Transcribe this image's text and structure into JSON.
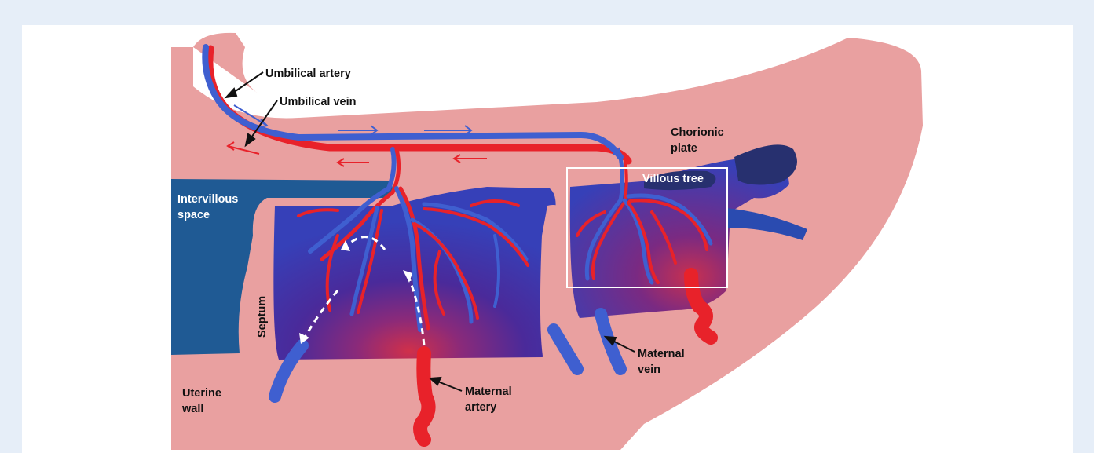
{
  "labels": {
    "umbilical_artery": "Umbilical artery",
    "umbilical_vein": "Umbilical vein",
    "chorionic_plate_line1": "Chorionic",
    "chorionic_plate_line2": "plate",
    "villous_tree": "Villous tree",
    "intervillous_line1": "Intervillous",
    "intervillous_line2": "space",
    "septum": "Septum",
    "uterine_wall_line1": "Uterine",
    "uterine_wall_line2": "wall",
    "maternal_artery_line1": "Maternal",
    "maternal_artery_line2": "artery",
    "maternal_vein_line1": "Maternal",
    "maternal_vein_line2": "vein"
  },
  "colors": {
    "page_background": "#e6eef8",
    "tissue": "#e9a0a0",
    "intervillous_space": "#1f5a94",
    "lobule_blue": "#3a45b8",
    "lobule_purple": "#6a2a8a",
    "lobule_red": "#b02a5a",
    "artery_red": "#e8222a",
    "vein_blue": "#3f5fd0"
  }
}
